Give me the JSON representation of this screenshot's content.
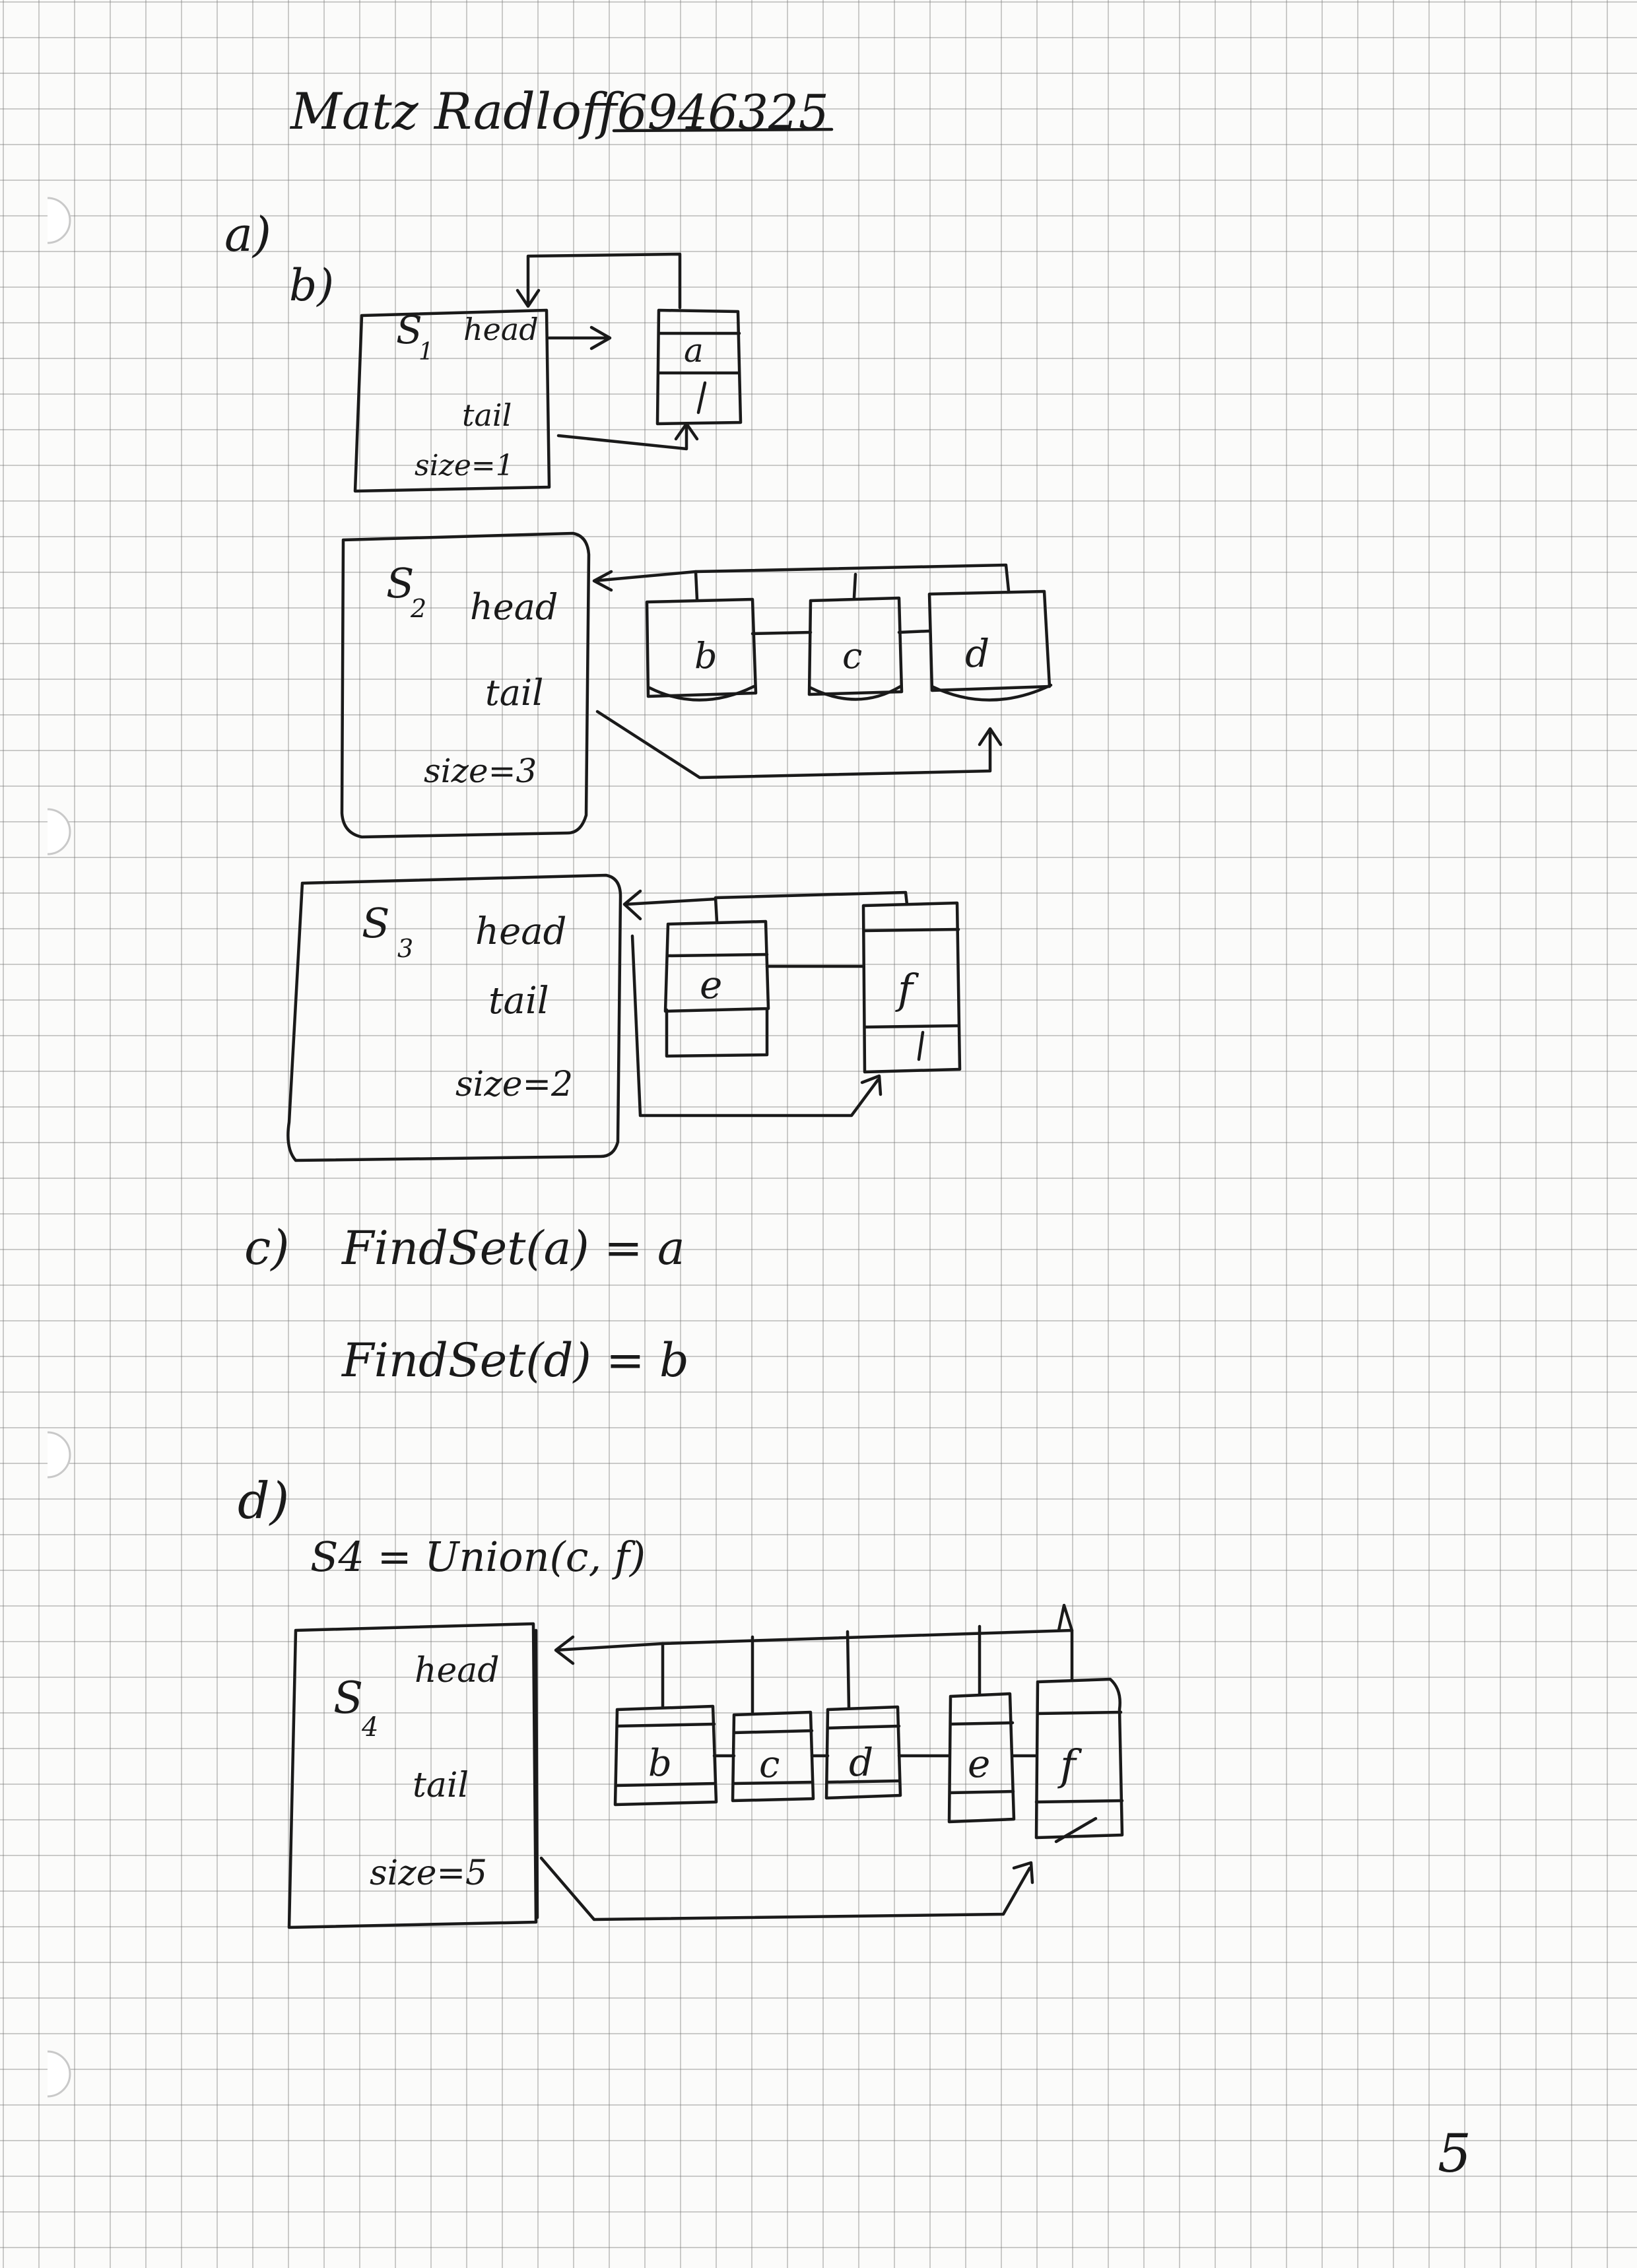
{
  "header": {
    "name": "Matz Radloff",
    "student_id": "6946325"
  },
  "part_a": {
    "label": "a)"
  },
  "part_b": {
    "label": "b)",
    "sets": [
      {
        "name": "S",
        "sub": "1",
        "head": "head",
        "tail": "tail",
        "size": "size=1",
        "elements": [
          "a"
        ]
      },
      {
        "name": "S",
        "sub": "2",
        "head": "head",
        "tail": "tail",
        "size": "size=3",
        "elements": [
          "b",
          "c",
          "d"
        ]
      },
      {
        "name": "S",
        "sub": "3",
        "head": "head",
        "tail": "tail",
        "size": "size=2",
        "elements": [
          "e",
          "f"
        ]
      }
    ]
  },
  "part_c": {
    "label": "c)",
    "lines": [
      "FindSet(a) = a",
      "FindSet(d) = b"
    ]
  },
  "part_d": {
    "label": "d)",
    "equation": "S4 = Union(c, f)",
    "set": {
      "name": "S",
      "sub": "4",
      "head": "head",
      "tail": "tail",
      "size": "size=5",
      "elements": [
        "b",
        "c",
        "d",
        "e",
        "f"
      ]
    }
  },
  "page_number": "5"
}
